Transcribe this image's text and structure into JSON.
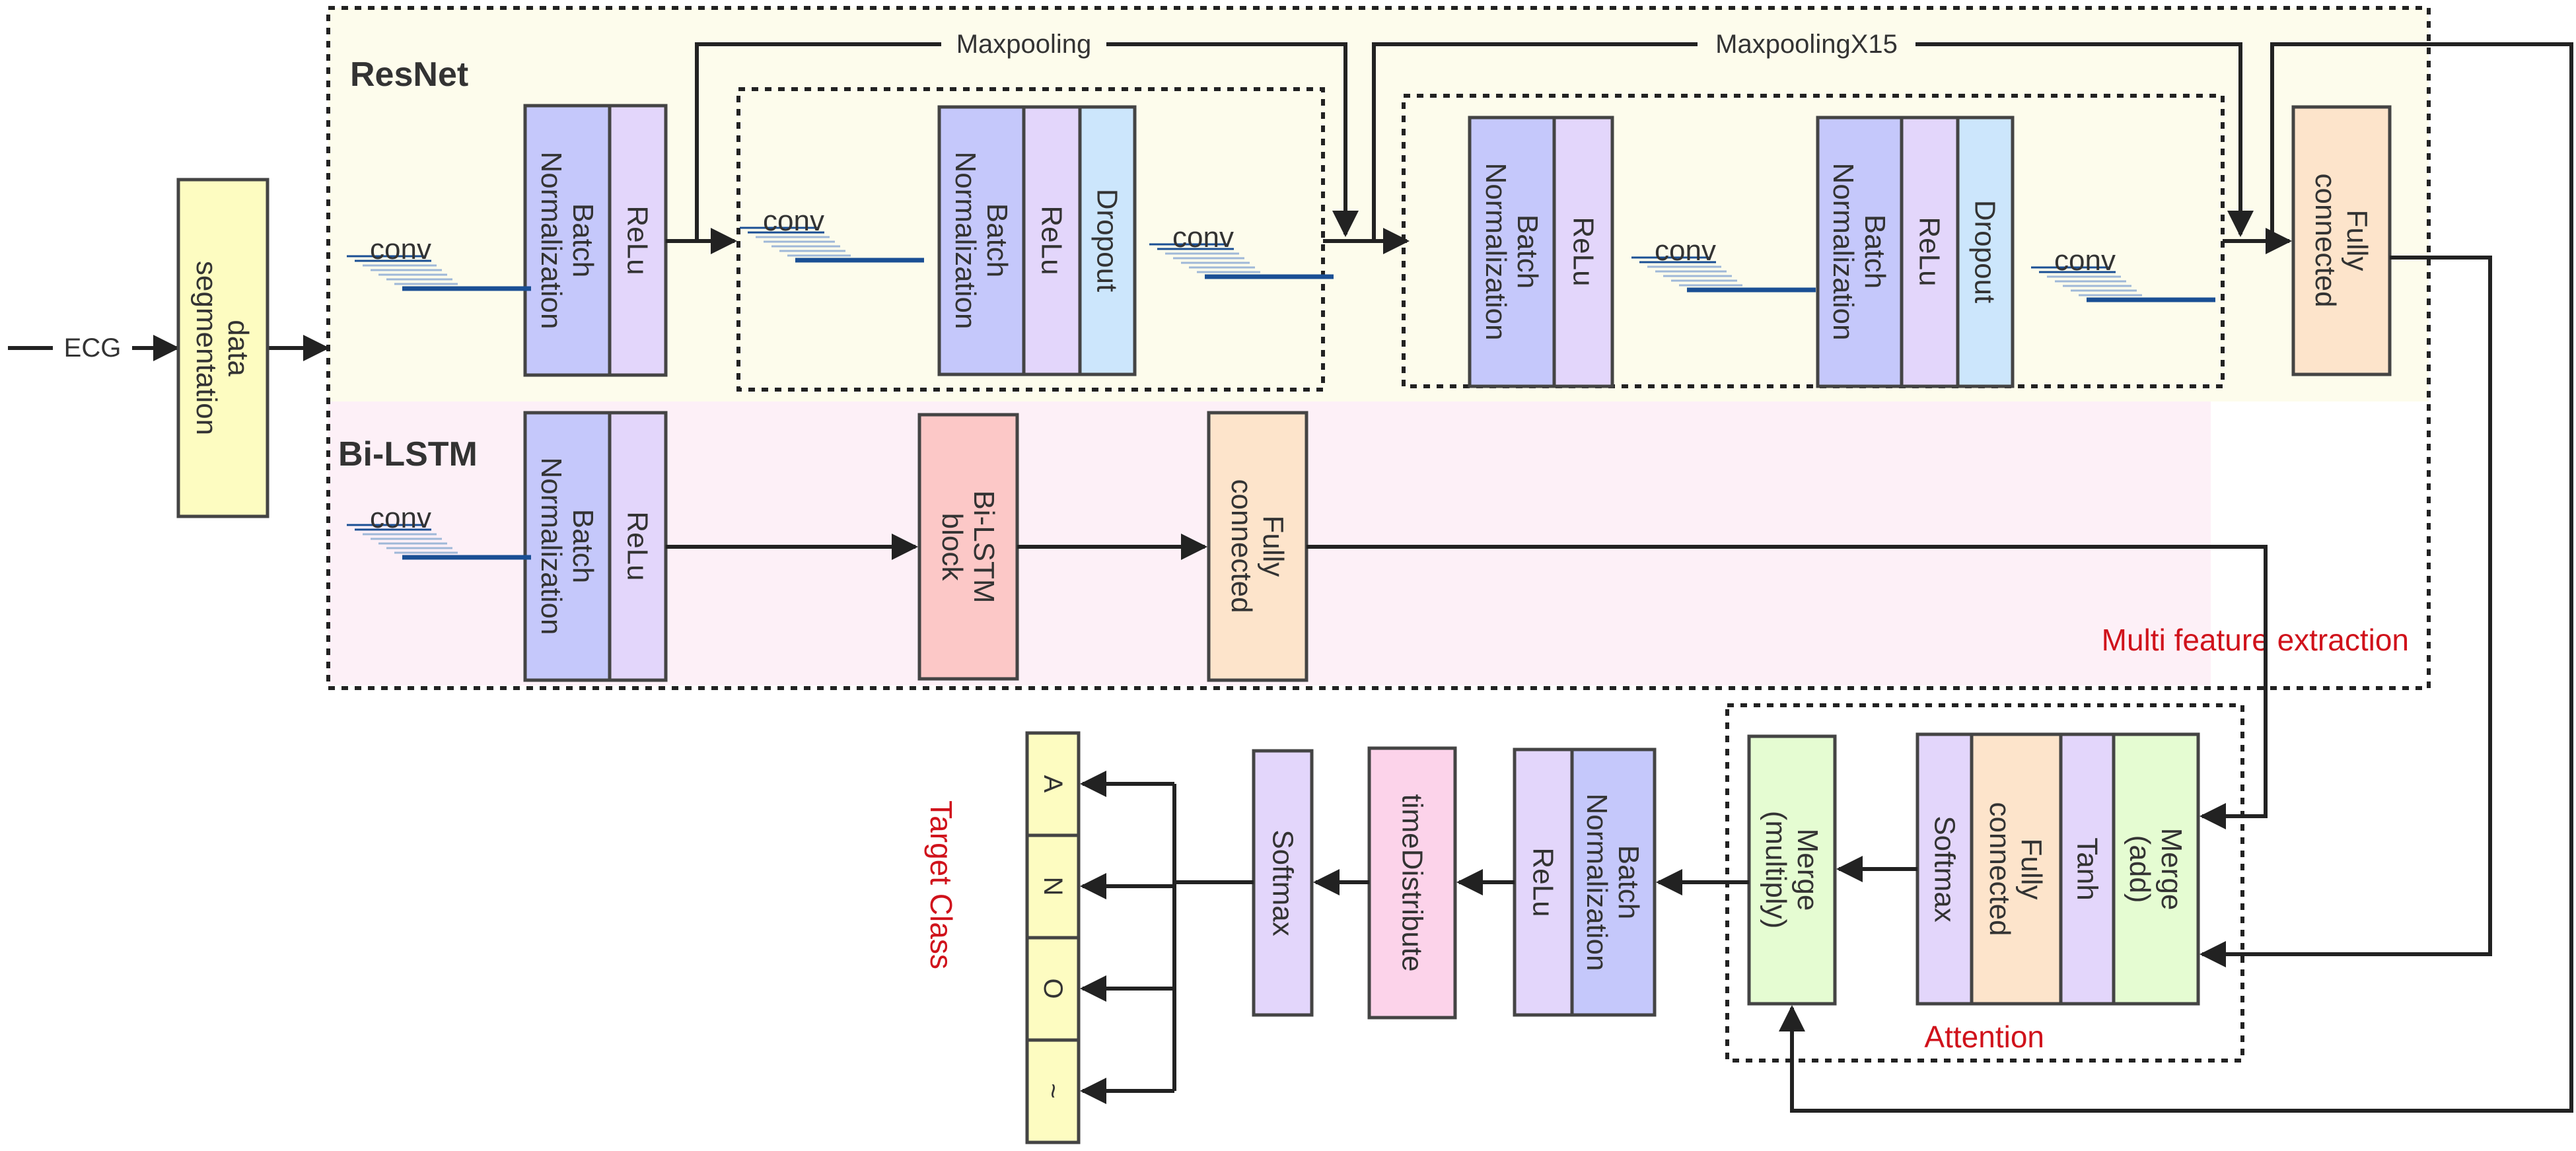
{
  "inputs": {
    "ecg": "ECG"
  },
  "data_segmentation": {
    "label": "data segmentation",
    "color": "#fdfcc1"
  },
  "resnet": {
    "title": "ResNet",
    "bg": "#fdfcec",
    "maxpooling": "Maxpooling",
    "maxpooling_x15": "MaxpoolingX15"
  },
  "bilstm": {
    "title": "Bi-LSTM",
    "bg": "#fdf0f7"
  },
  "multi_feature": {
    "label": "Multi feature extraction"
  },
  "attention": {
    "label": "Attention"
  },
  "target_class": {
    "label": "Target Class",
    "classes": [
      "A",
      "N",
      "O",
      "~"
    ]
  },
  "labels": {
    "conv": "conv",
    "batch_norm": "Batch Normalization",
    "relu": "ReLu",
    "dropout": "Dropout",
    "fully_connected": "Fully connected",
    "bilstm_block": "Bi-LSTM block",
    "softmax": "Softmax",
    "tanh": "Tanh",
    "merge_add": "Merge (add)",
    "merge_multiply": "Merge (multiply)",
    "time_distribute": "timeDistribute"
  },
  "colors": {
    "batch_norm": "#c5c8fb",
    "relu": "#e3d6fb",
    "dropout": "#cce6fc",
    "fully_connected": "#fde4cb",
    "bilstm_block": "#fcc8c7",
    "merge": "#e5fcd2",
    "time_distribute": "#fcd3ea",
    "target": "#fdfcc1",
    "conv_line": "#1a4f94",
    "accent_red": "#d0121b"
  }
}
